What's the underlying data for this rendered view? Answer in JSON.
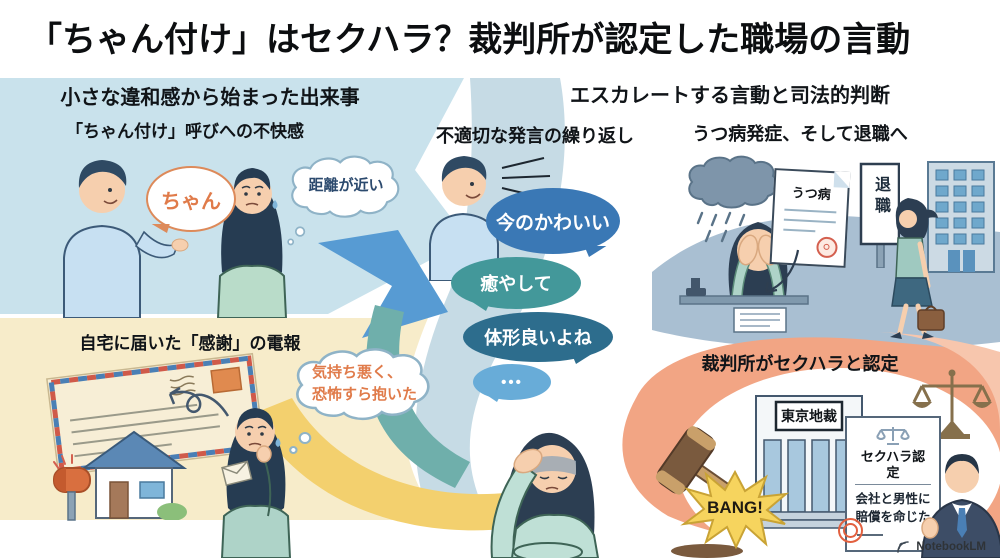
{
  "title": "「ちゃん付け」はセクハラ？裁判所が認定した職場の言動",
  "sections": {
    "left": {
      "header": "小さな違和感から始まった出来事",
      "scene1": {
        "subheader": "「ちゃん付け」呼びへの不快感",
        "speech": "ちゃん",
        "thought": "距離が近い"
      },
      "scene2": {
        "subheader": "自宅に届いた「感謝」の電報",
        "thought_line1": "気持ち悪く、",
        "thought_line2": "恐怖すら抱いた"
      }
    },
    "middle": {
      "scene3": {
        "subheader": "不適切な発言の繰り返し",
        "bubbles": [
          "今のかわいい",
          "癒やして",
          "体形良いよね",
          "•••"
        ]
      }
    },
    "right": {
      "header": "エスカレートする言動と司法的判断",
      "scene4": {
        "subheader": "うつ病発症、そして退職へ",
        "document_label": "うつ病",
        "sign_label": "退職"
      },
      "scene5": {
        "subheader": "裁判所がセクハラと認定",
        "bang": "BANG!",
        "courthouse_sign": "東京地裁",
        "verdict_title": "セクハラ認定",
        "verdict_body_line1": "会社と男性に",
        "verdict_body_line2": "賠償を命じた"
      }
    }
  },
  "footer": {
    "brand": "NotebookLM"
  },
  "colors": {
    "band_blue": "#c9e2ec",
    "cream": "#f7ecca",
    "slate_region": "#a9bfd2",
    "salmon": "#f2a584",
    "salmon_light": "#f7c6ad",
    "yellow_arc": "#f3d06e",
    "teal_arc": "#6fafab",
    "ribbon_blue": "#c6dbe5",
    "arrow_blue": "#579bd3",
    "bubble_blue": "#3a78b5",
    "bubble_teal": "#43989a",
    "bubble_steel": "#2d6d8d",
    "bubble_light": "#68acd8",
    "accent_orange_text": "#e07b4a",
    "navy_text": "#2c4a6e",
    "bang_yellow": "#f6d45e",
    "seal_red": "#d4604f"
  }
}
